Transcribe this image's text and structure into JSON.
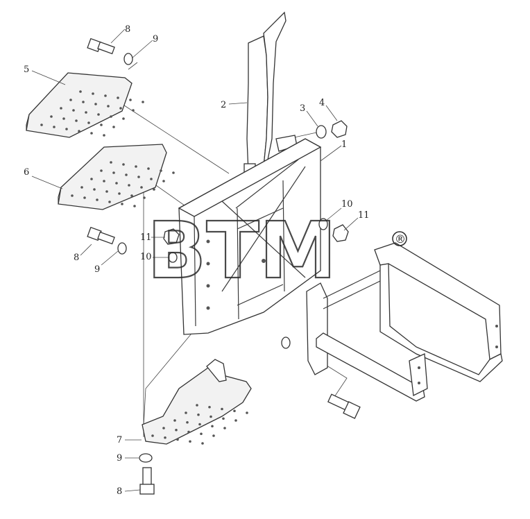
{
  "watermark": {
    "text": "BTM",
    "registered": "®"
  },
  "callouts": [
    {
      "id": "c8a",
      "label": "8"
    },
    {
      "id": "c9a",
      "label": "9"
    },
    {
      "id": "c5",
      "label": "5"
    },
    {
      "id": "c2",
      "label": "2"
    },
    {
      "id": "c3",
      "label": "3"
    },
    {
      "id": "c4",
      "label": "4"
    },
    {
      "id": "c1",
      "label": "1"
    },
    {
      "id": "c6",
      "label": "6"
    },
    {
      "id": "c10a",
      "label": "10"
    },
    {
      "id": "c11a",
      "label": "11"
    },
    {
      "id": "c11b",
      "label": "11"
    },
    {
      "id": "c10b",
      "label": "10"
    },
    {
      "id": "c8b",
      "label": "8"
    },
    {
      "id": "c9b",
      "label": "9"
    },
    {
      "id": "c7",
      "label": "7"
    },
    {
      "id": "c9c",
      "label": "9"
    },
    {
      "id": "c8c",
      "label": "8"
    }
  ]
}
